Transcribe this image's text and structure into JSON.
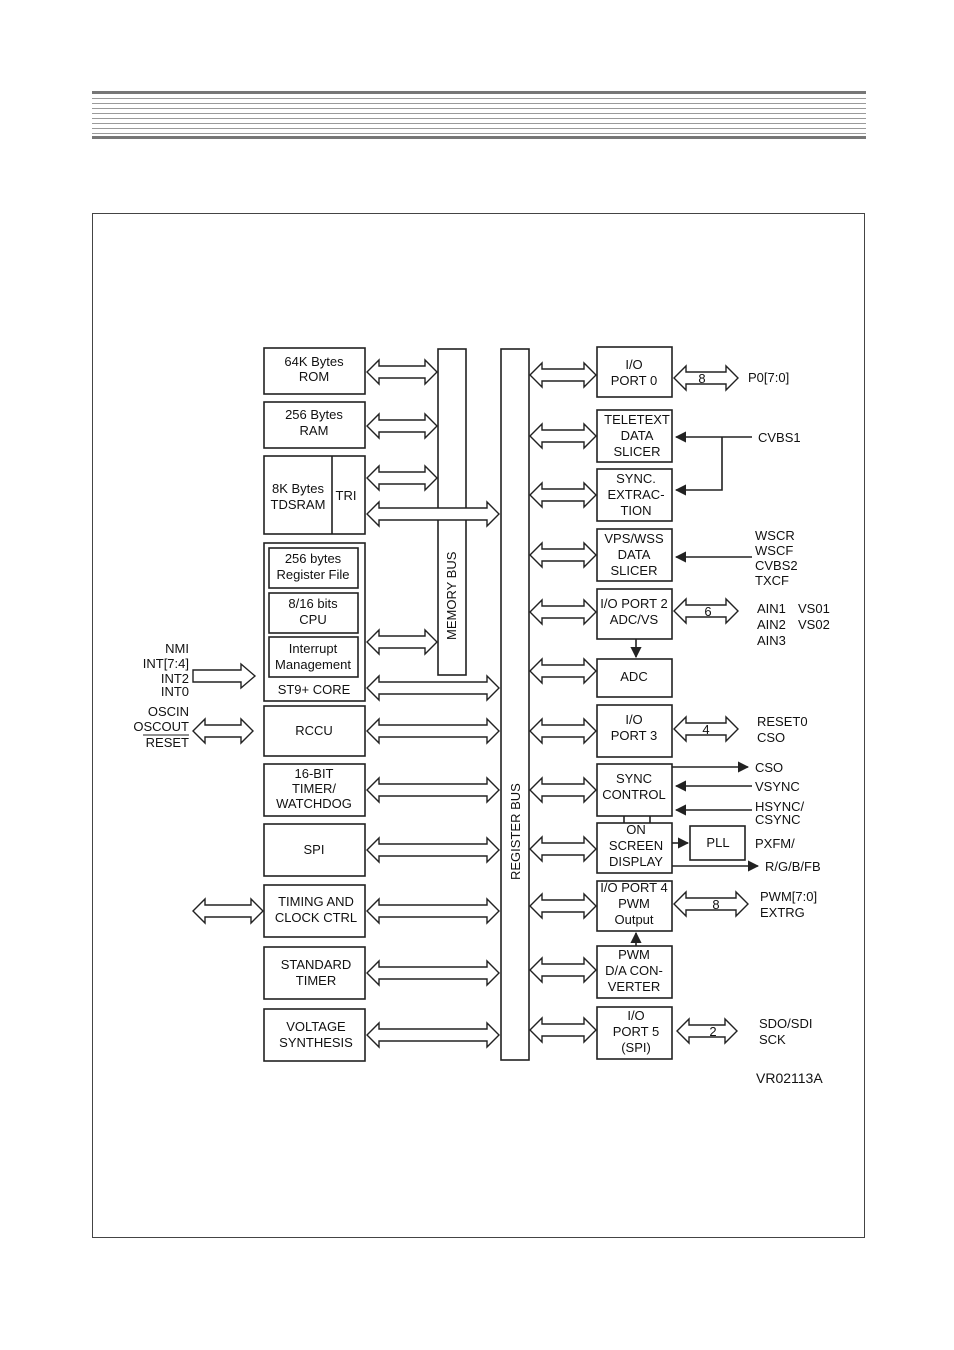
{
  "left_blocks": {
    "rom": [
      "64K Bytes",
      "ROM"
    ],
    "ram": [
      "256 Bytes",
      "RAM"
    ],
    "tdsram": [
      "8K Bytes",
      "TDSRAM"
    ],
    "tri": "TRI",
    "regfile": [
      "256 bytes",
      "Register File"
    ],
    "cpu": [
      "8/16 bits",
      "CPU"
    ],
    "interrupt": [
      "Interrupt",
      "Management"
    ],
    "core": "ST9+ CORE",
    "rccu": "RCCU",
    "timer16": [
      "16-BIT",
      "TIMER/",
      "WATCHDOG"
    ],
    "spi": "SPI",
    "timing": [
      "TIMING AND",
      "CLOCK CTRL"
    ],
    "stdtimer": [
      "STANDARD",
      "TIMER"
    ],
    "voltage": [
      "VOLTAGE",
      "SYNTHESIS"
    ]
  },
  "buses": {
    "memory": "MEMORY BUS",
    "register": "REGISTER BUS"
  },
  "right_blocks": {
    "port0": [
      "I/O",
      "PORT 0"
    ],
    "teletext": [
      "TELETEXT",
      "DATA",
      "SLICER"
    ],
    "sync_ext": [
      "SYNC.",
      "EXTRAC-",
      "TION"
    ],
    "vps": [
      "VPS/WSS",
      "DATA",
      "SLICER"
    ],
    "port2": [
      "I/O PORT 2",
      "ADC/VS"
    ],
    "adc": "ADC",
    "port3": [
      "I/O",
      "PORT 3"
    ],
    "sync_ctrl": [
      "SYNC",
      "CONTROL"
    ],
    "osd": [
      "ON",
      "SCREEN",
      "DISPLAY"
    ],
    "pll": "PLL",
    "port4": [
      "I/O PORT 4",
      "PWM",
      "Output"
    ],
    "pwm_dac": [
      "PWM",
      "D/A CON-",
      "VERTER"
    ],
    "port5": [
      "I/O",
      "PORT 5",
      "(SPI)"
    ]
  },
  "bus_widths": {
    "port0": "8",
    "port2": "6",
    "port3": "4",
    "port4": "8",
    "port5": "2"
  },
  "signals": {
    "p0": "P0[7:0]",
    "cvbs1": "CVBS1",
    "vps_inputs": [
      "WSCR",
      "WSCF",
      "CVBS2",
      "TXCF"
    ],
    "port2_ain": [
      "AIN1",
      "AIN2",
      "AIN3"
    ],
    "port2_vs": [
      "VS01",
      "VS02"
    ],
    "port3": [
      "RESET0",
      "CSO"
    ],
    "sync_cso": "CSO",
    "sync_vsync": "VSYNC",
    "sync_hsync": [
      "HSYNC/",
      "CSYNC"
    ],
    "pxfm": "PXFM/",
    "rgb": "R/G/B/FB",
    "pwm": [
      "PWM[7:0]",
      "EXTRG"
    ],
    "spi5": [
      "SDO/SDI",
      "SCK"
    ],
    "nmi_group": [
      "NMI",
      "INT[7:4]",
      "INT2",
      "INT0"
    ],
    "osc_group": [
      "OSCIN",
      "OSCOUT",
      "RESET"
    ]
  },
  "figure_id": "VR02113A"
}
